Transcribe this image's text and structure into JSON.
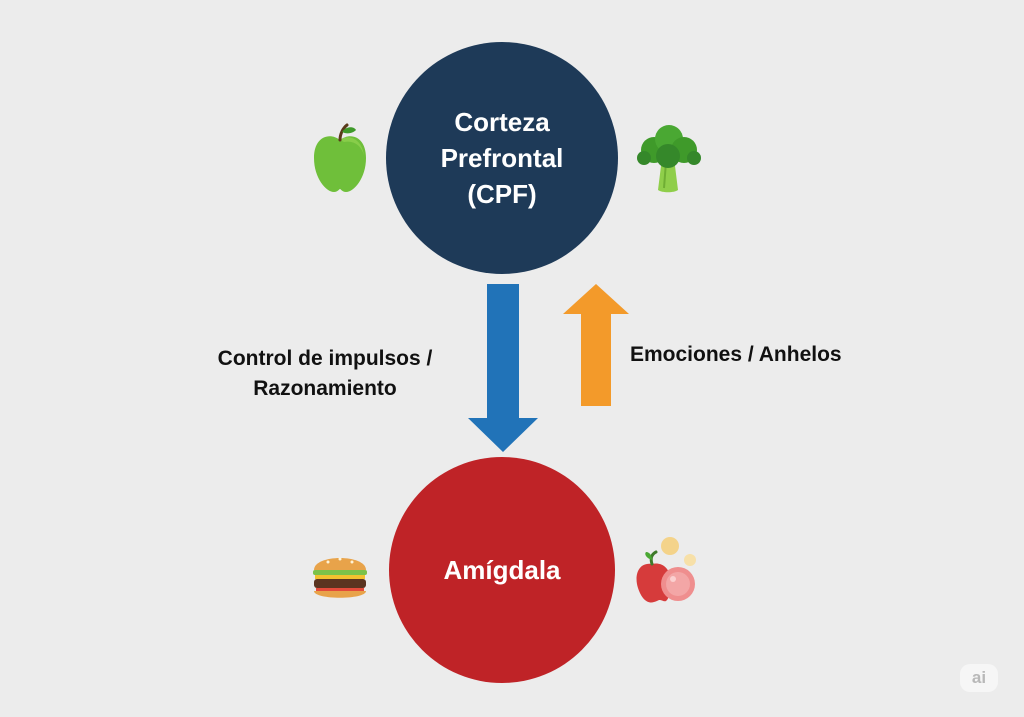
{
  "diagram": {
    "top_node": {
      "label": "Corteza\nPrefrontal\n(CPF)",
      "color": "#1e3a58"
    },
    "bottom_node": {
      "label": "Amígdala",
      "color": "#bf2327"
    },
    "down_arrow": {
      "label_line1": "Control de impulsos /",
      "label_line2": "Razonamiento",
      "color": "#2173b8"
    },
    "up_arrow": {
      "label": "Emociones / Anhelos",
      "color": "#f39a2a"
    },
    "icons": {
      "top_left": "green-apple-icon",
      "top_right": "broccoli-icon",
      "bottom_left": "burger-icon",
      "bottom_right": "candy-fruit-icon"
    }
  },
  "watermark": "ai"
}
